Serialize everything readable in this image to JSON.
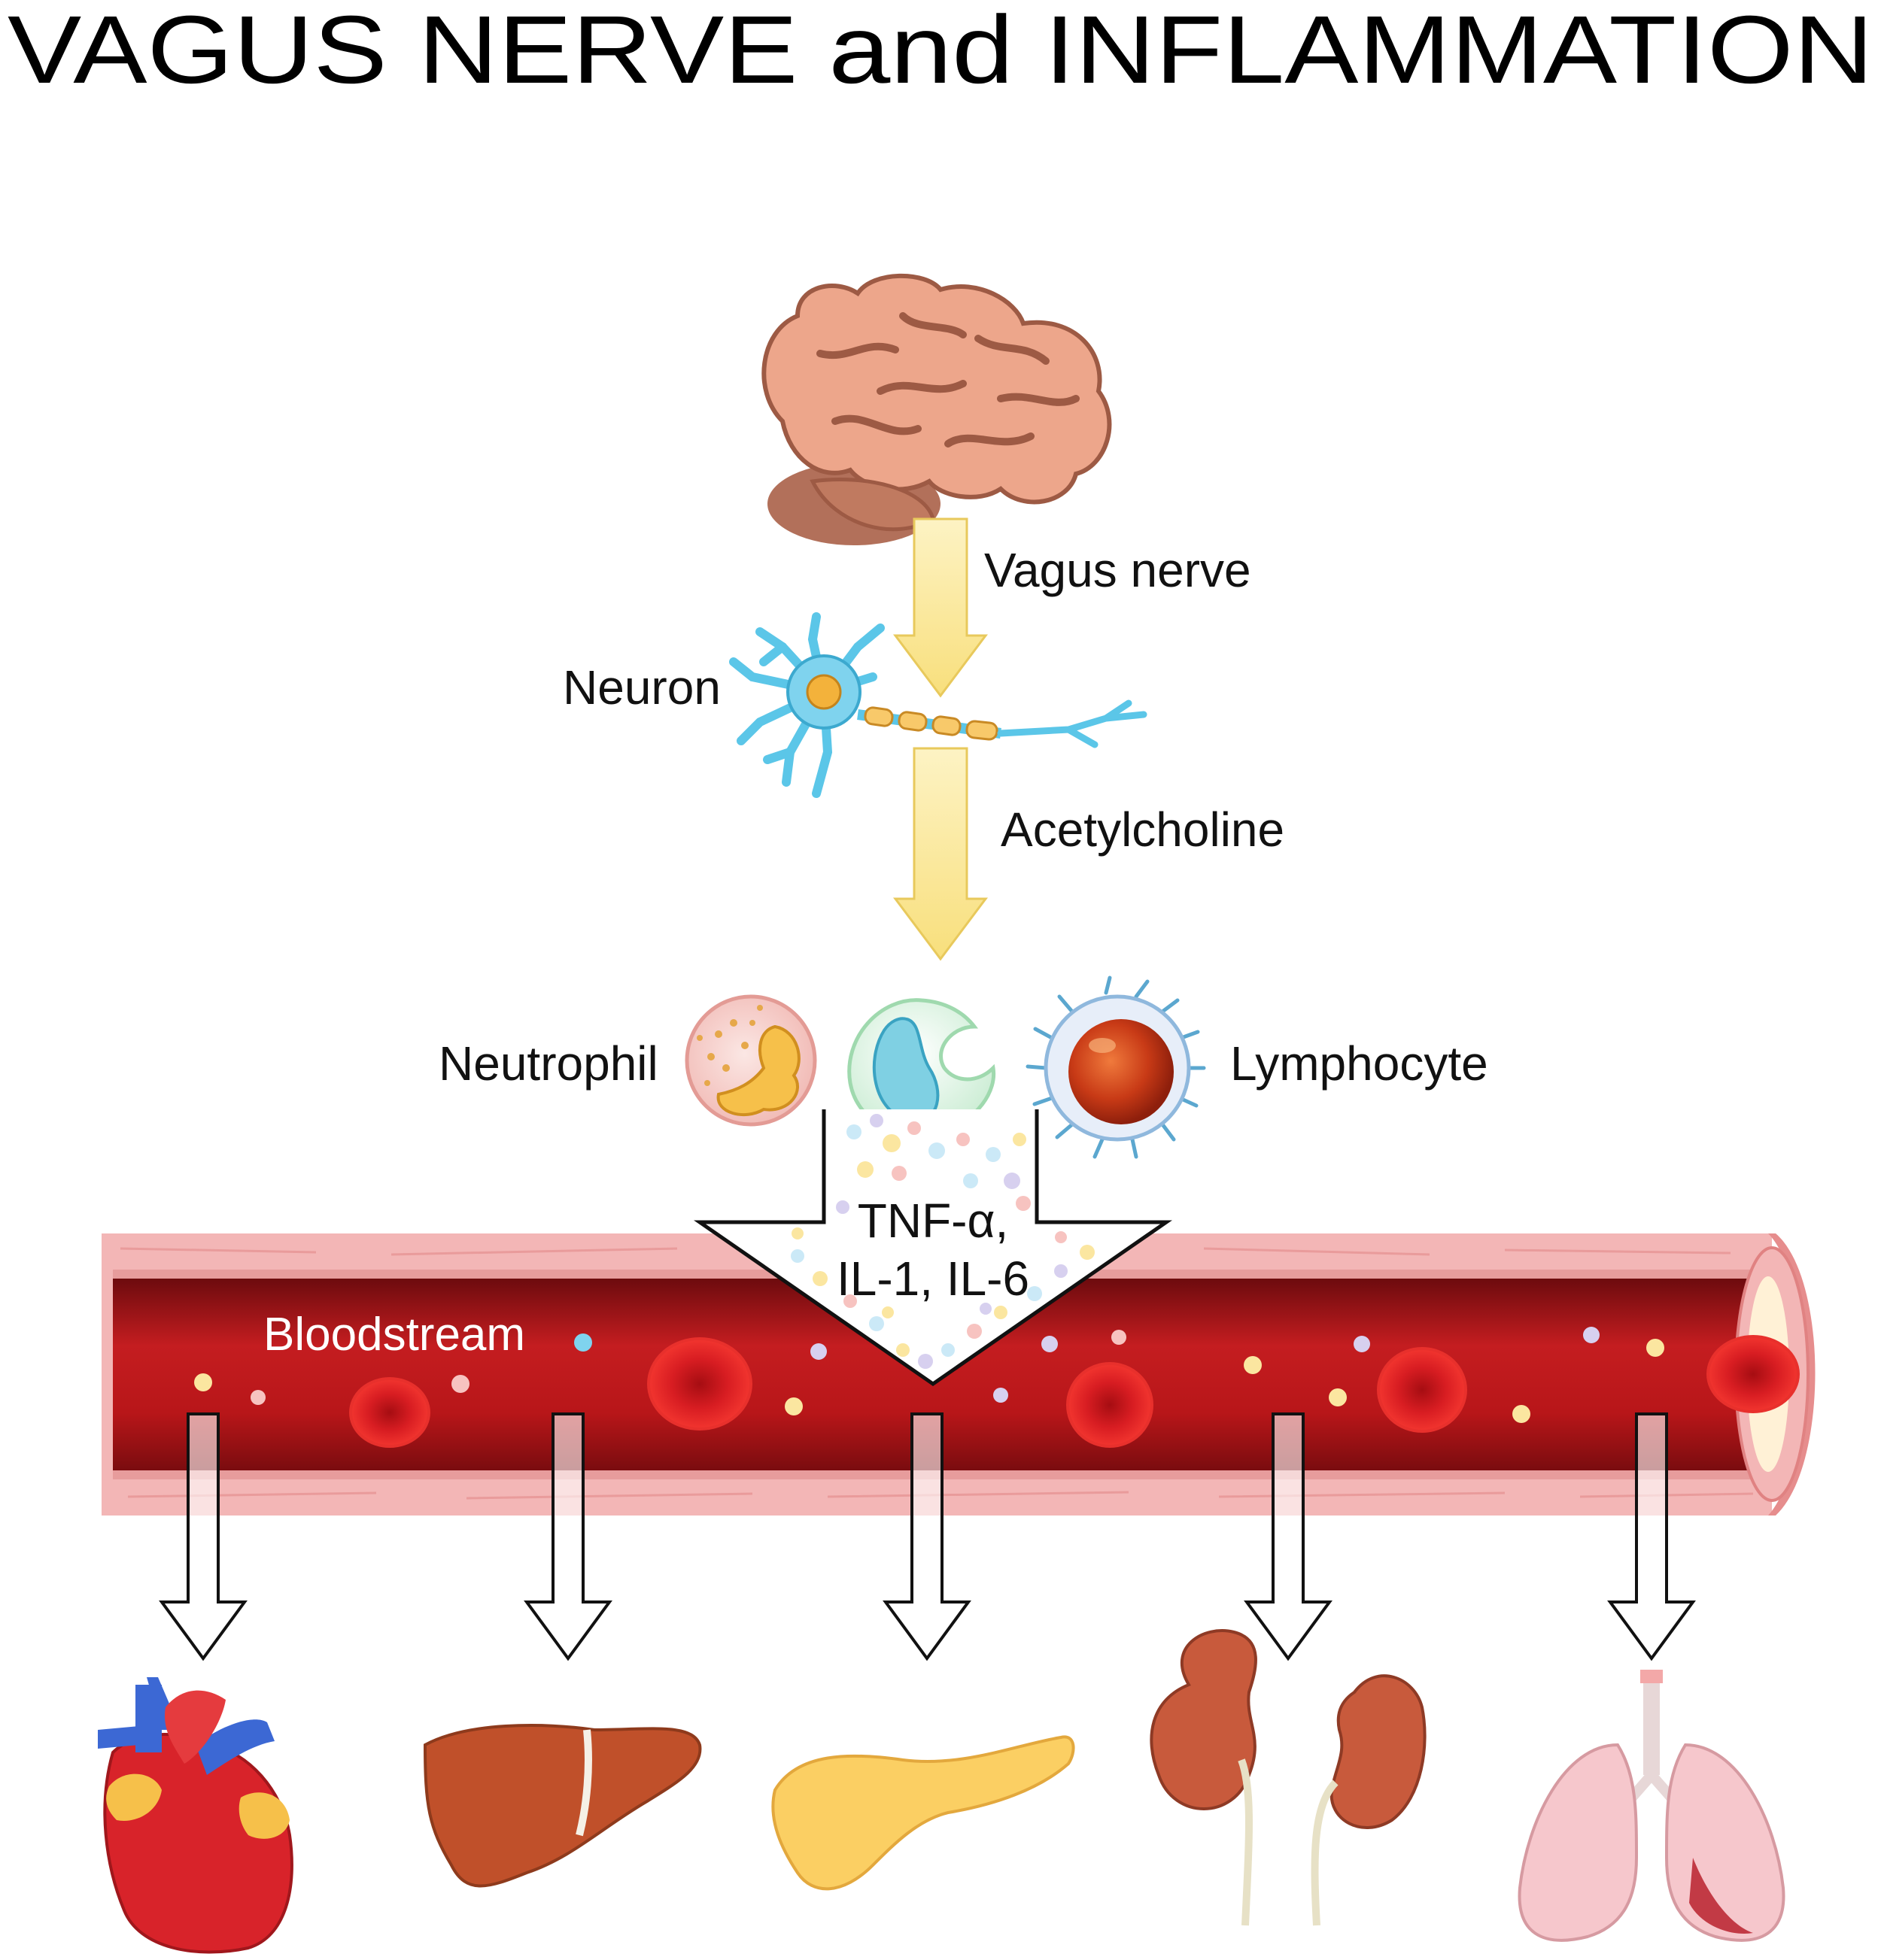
{
  "title": "VAGUS NERVE and INFLAMMATION",
  "labels": {
    "vagus_nerve": "Vagus nerve",
    "neuron": "Neuron",
    "acetylcholine": "Acetylcholine",
    "neutrophil": "Neutrophil",
    "lymphocyte": "Lymphocyte",
    "cytokines_line1": "TNF-α,",
    "cytokines_line2": "IL-1, IL-6",
    "bloodstream": "Bloodstream"
  },
  "organs": [
    "heart",
    "liver",
    "pancreas",
    "kidneys",
    "lungs"
  ],
  "colors": {
    "arrow_fill": "#fbe89a",
    "vessel_wall": "#f4b9b9",
    "blood": "#b3171c",
    "brain": "#e8a58c"
  }
}
